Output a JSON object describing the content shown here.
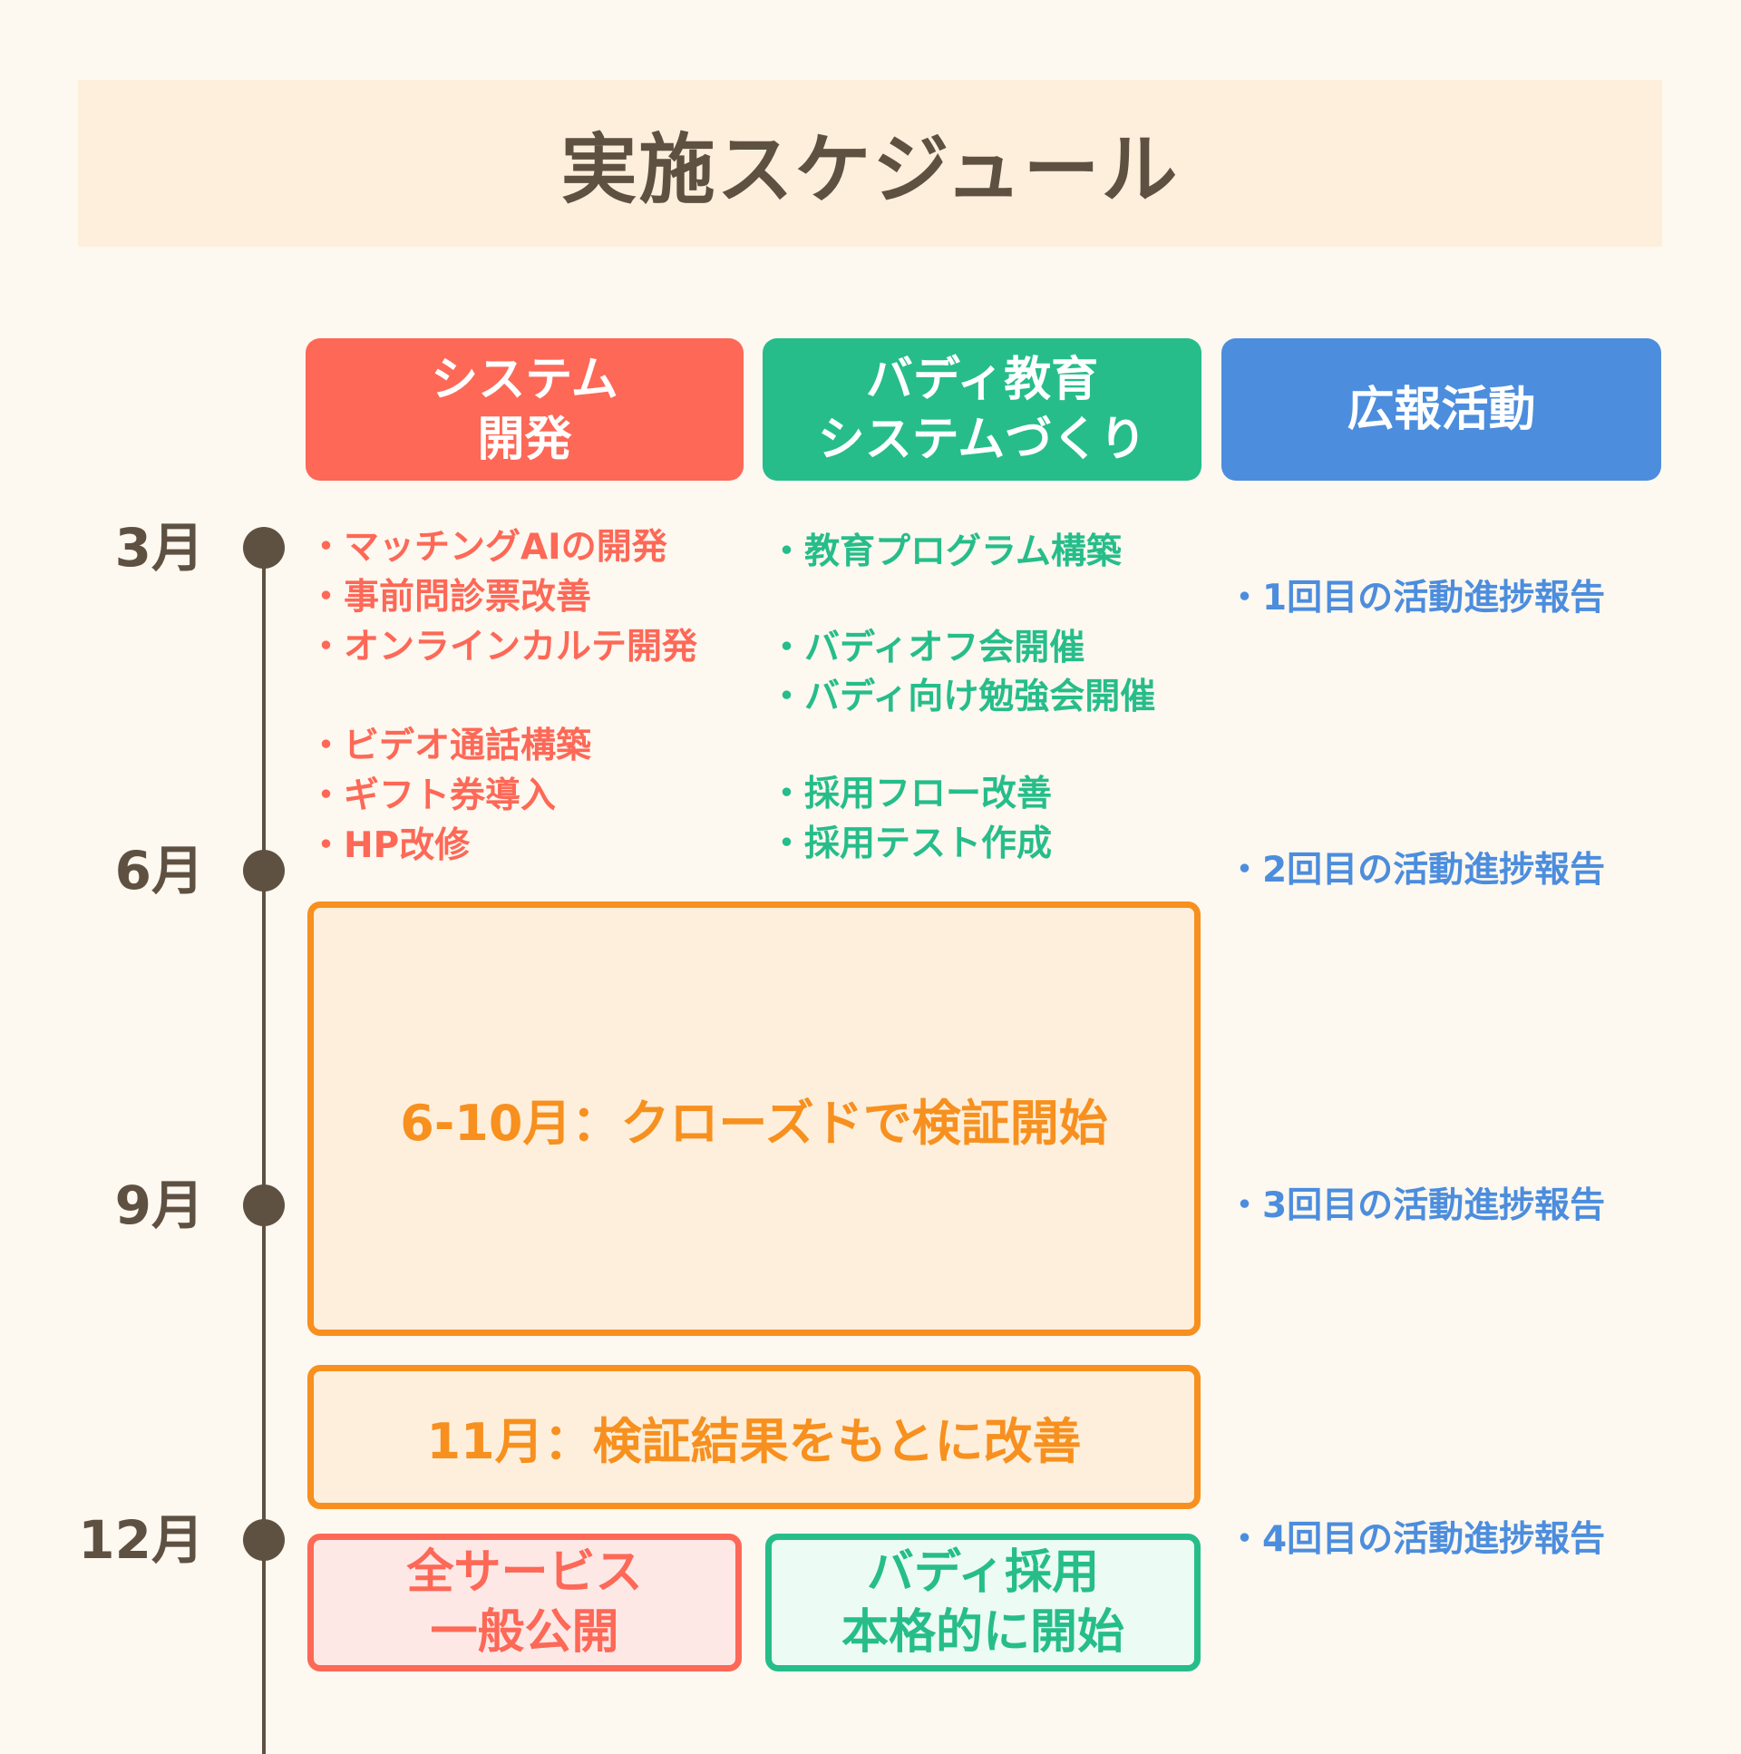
{
  "title": "実施スケジュール",
  "columns": [
    {
      "line1": "システム",
      "line2": "開発",
      "color": "#fd6857"
    },
    {
      "line1": "バディ教育",
      "line2": "システムづくり",
      "color": "#26bd8a"
    },
    {
      "line1": "広報活動",
      "color": "#4c8ddd"
    }
  ],
  "months": [
    "3月",
    "6月",
    "9月",
    "12月"
  ],
  "system_items": [
    "・マッチングAIの開発",
    "・事前問診票改善",
    "・オンラインカルテ開発",
    "・ビデオ通話構築",
    "・ギフト券導入",
    "・HP改修"
  ],
  "buddy_items": [
    "・教育プログラム構築",
    "・バディオフ会開催",
    "・バディ向け勉強会開催",
    "・採用フロー改善",
    "・採用テスト作成"
  ],
  "pr_items": [
    "・1回目の活動進捗報告",
    "・2回目の活動進捗報告",
    "・3回目の活動進捗報告",
    "・4回目の活動進捗報告"
  ],
  "phases": {
    "closed": "6-10月：クローズドで検証開始",
    "improve": "11月：検証結果をもとに改善"
  },
  "launch": {
    "system_line1": "全サービス",
    "system_line2": "一般公開",
    "buddy_line1": "バディ採用",
    "buddy_line2": "本格的に開始"
  }
}
